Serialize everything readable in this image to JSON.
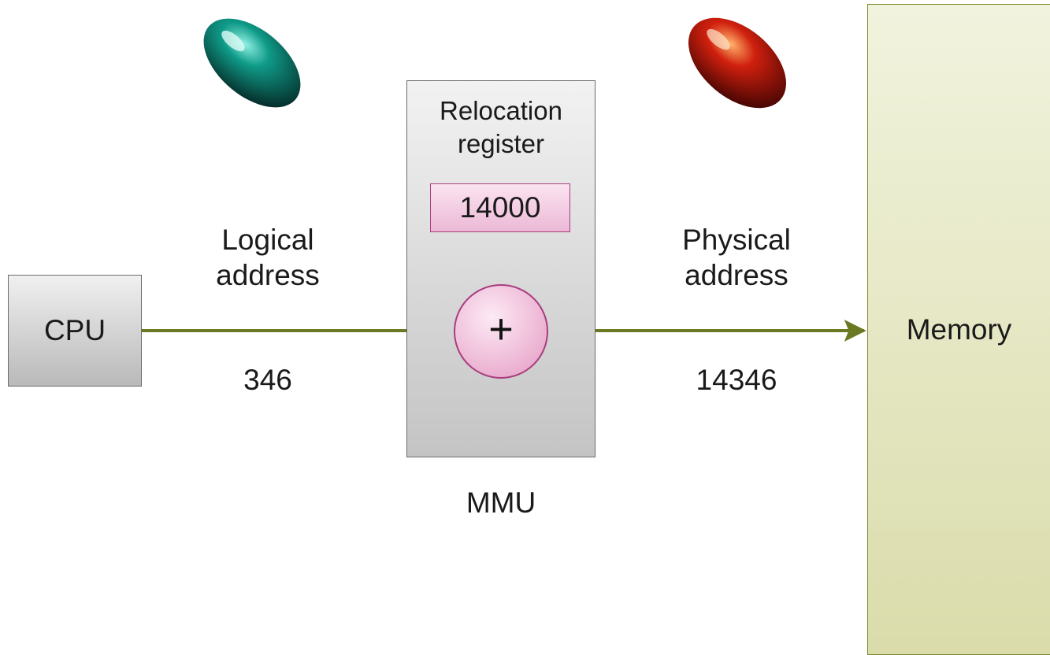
{
  "cpu": {
    "label": "CPU"
  },
  "mmu": {
    "label": "MMU",
    "register_label": "Relocation\nregister",
    "register_value": "14000",
    "adder_symbol": "+"
  },
  "logical_address": {
    "label": "Logical\naddress",
    "value": "346"
  },
  "physical_address": {
    "label": "Physical\naddress",
    "value": "14346"
  },
  "memory": {
    "label": "Memory"
  },
  "icons": [
    "teal-pill-icon",
    "red-pill-icon"
  ],
  "colors": {
    "arrow": "#6b7a22",
    "register_fill": "#f2c6df",
    "memory_fill": "#e4e6bf",
    "teal_pill": "#0b8a7a",
    "red_pill": "#c41e10"
  }
}
